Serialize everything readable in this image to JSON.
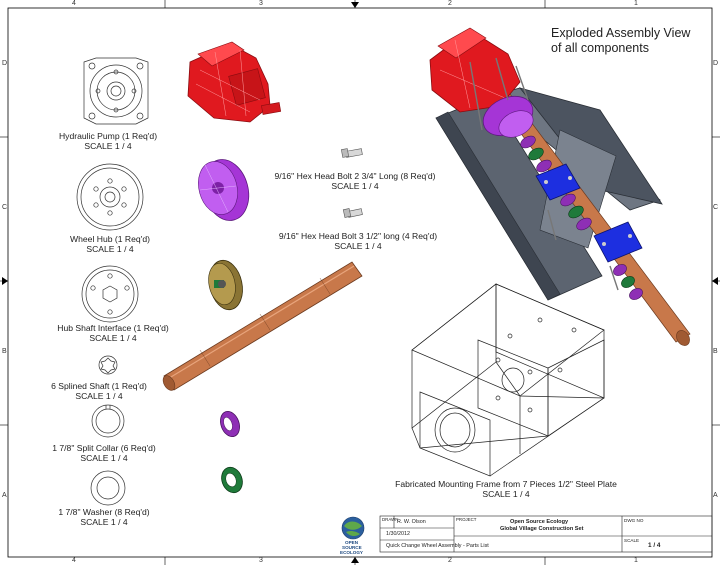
{
  "sheet": {
    "view_title_line1": "Exploded Assembly View",
    "view_title_line2": "of all components",
    "zone_numbers": [
      "4",
      "3",
      "2",
      "1"
    ],
    "zone_letters": [
      "D",
      "C",
      "B",
      "A"
    ]
  },
  "parts": {
    "hydraulic_pump": {
      "name": "Hydraulic Pump (1 Req'd)",
      "scale": "SCALE 1 / 4"
    },
    "wheel_hub": {
      "name": "Wheel Hub (1 Req'd)",
      "scale": "SCALE 1 / 4"
    },
    "hub_shaft_interface": {
      "name": "Hub Shaft Interface (1 Req'd)",
      "scale": "SCALE 1 / 4"
    },
    "splined_shaft": {
      "name": "6 Splined Shaft (1 Req'd)",
      "scale": "SCALE 1 / 4"
    },
    "split_collar": {
      "name": "1 7/8\" Split Collar (6 Req'd)",
      "scale": "SCALE 1 / 4"
    },
    "washer": {
      "name": "1 7/8\" Washer (8 Req'd)",
      "scale": "SCALE 1 / 4"
    },
    "bolt_long": {
      "name": "9/16\" Hex Head Bolt 2 3/4\" Long (8 Req'd)",
      "scale": "SCALE 1 / 4"
    },
    "bolt_short": {
      "name": "9/16\" Hex Head Bolt 3 1/2\" long (4 Req'd)",
      "scale": "SCALE 1 / 4"
    },
    "frame": {
      "name": "Fabricated Mounting Frame from 7 Pieces 1/2\" Steel Plate",
      "scale": "SCALE 1 / 4"
    }
  },
  "title_block": {
    "logo_line1": "OPEN",
    "logo_line2": "SOURCE",
    "logo_line3": "ECOLOGY",
    "drawn_label": "DRAWN",
    "drawn_by": "R. W. Olson",
    "date": "1/30/2012",
    "description": "Quick Change Wheel Assembly - Parts List",
    "project_label": "PROJECT",
    "org": "Open Source Ecology",
    "project": "Global Village Construction Set",
    "dwg_label": "DWG NO",
    "scale_label": "SCALE",
    "sheet": "1 / 4"
  },
  "colors": {
    "pump_red": "#e0191f",
    "hub_purple": "#a535d6",
    "shaft_copper": "#c8784a",
    "flange_blue": "#1d2fe0",
    "frame_gray": "#5c6470",
    "washer_green": "#1f7a3a",
    "collar_purple": "#8e2fb5"
  }
}
